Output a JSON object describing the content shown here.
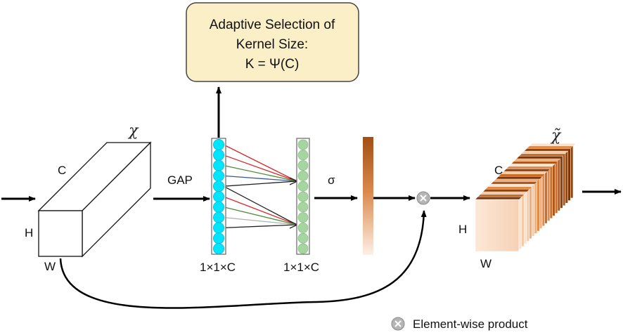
{
  "adaptive_box": {
    "line1": "Adaptive Selection of",
    "line2": "Kernel Size:",
    "line3": "K = Ψ(C)",
    "fill": "#fbefc7",
    "stroke": "#444444"
  },
  "input": {
    "symbol": "χ",
    "label_c": "C",
    "label_h": "H",
    "label_w": "W"
  },
  "gap_label": "GAP",
  "vector1_label": "1×1×C",
  "vector2_label": "1×1×C",
  "sigma_label": "σ",
  "output": {
    "symbol": "χ̃",
    "label_c": "C",
    "label_h": "H",
    "label_w": "W"
  },
  "legend": {
    "label": "Element-wise product",
    "icon": "multiply-circle-icon"
  },
  "colors": {
    "vector1_node": "#00e5ff",
    "vector2_node": "#a6d6a0",
    "bar_top": "#b35a1a",
    "bar_bottom": "#fbe9dc",
    "connection_red": "#d62728",
    "connection_green": "#4f8a3c",
    "connection_blue": "#3a5a9c",
    "connection_dark": "#222222",
    "connection_gray": "#b0b0b0"
  }
}
